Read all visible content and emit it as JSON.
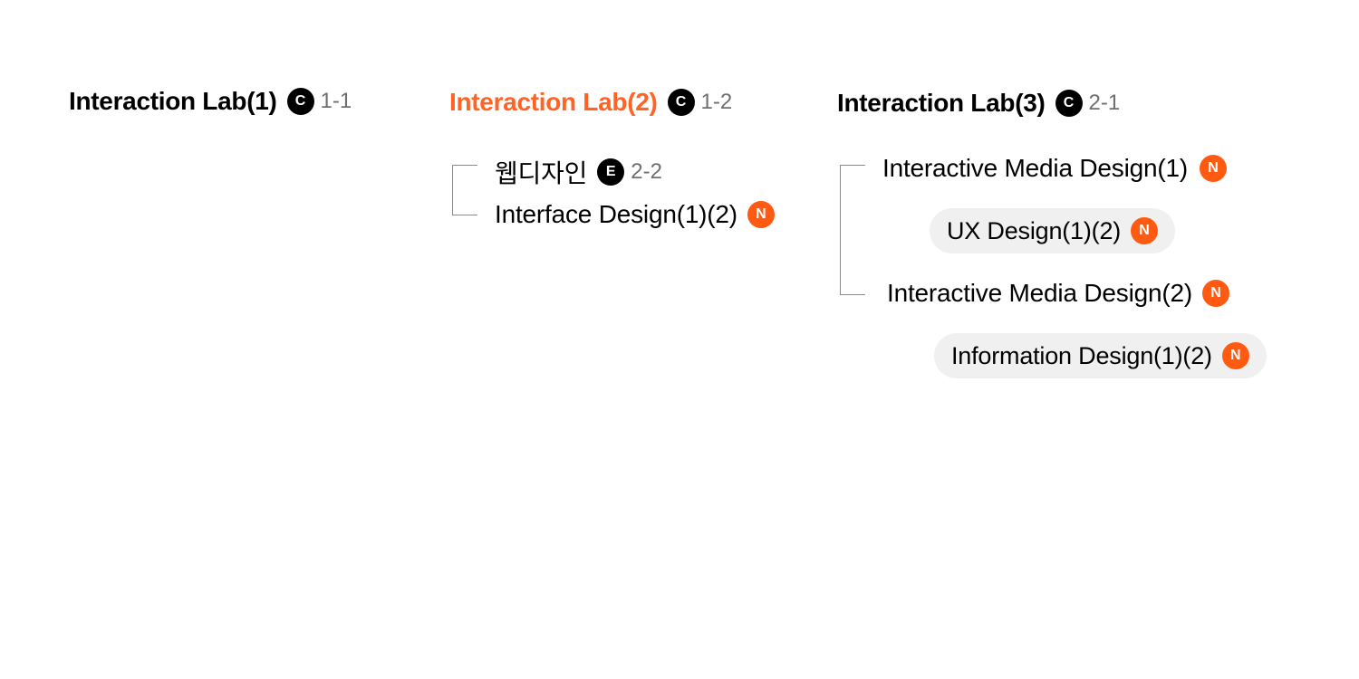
{
  "labs": [
    {
      "title": "Interaction Lab(1)",
      "badge": "C",
      "code": "1-1",
      "active": false
    },
    {
      "title": "Interaction Lab(2)",
      "badge": "C",
      "code": "1-2",
      "active": true,
      "items": [
        {
          "label": "웹디자인",
          "badge": "E",
          "code": "2-2"
        },
        {
          "label": "Interface Design(1)(2)",
          "badge": "N"
        }
      ]
    },
    {
      "title": "Interaction Lab(3)",
      "badge": "C",
      "code": "2-1",
      "active": false,
      "items": [
        {
          "label": "Interactive Media Design(1)",
          "badge": "N"
        },
        {
          "label": "Interactive Media Design(2)",
          "badge": "N"
        }
      ],
      "pills": [
        {
          "label": "UX Design(1)(2)",
          "badge": "N"
        },
        {
          "label": "Information Design(1)(2)",
          "badge": "N"
        }
      ]
    }
  ],
  "colors": {
    "active": "#ff6424",
    "badge_dark": "#000000",
    "badge_new": "#ff5a12",
    "code_gray": "#6f6f6f",
    "pill_bg": "#f0f0f0"
  }
}
